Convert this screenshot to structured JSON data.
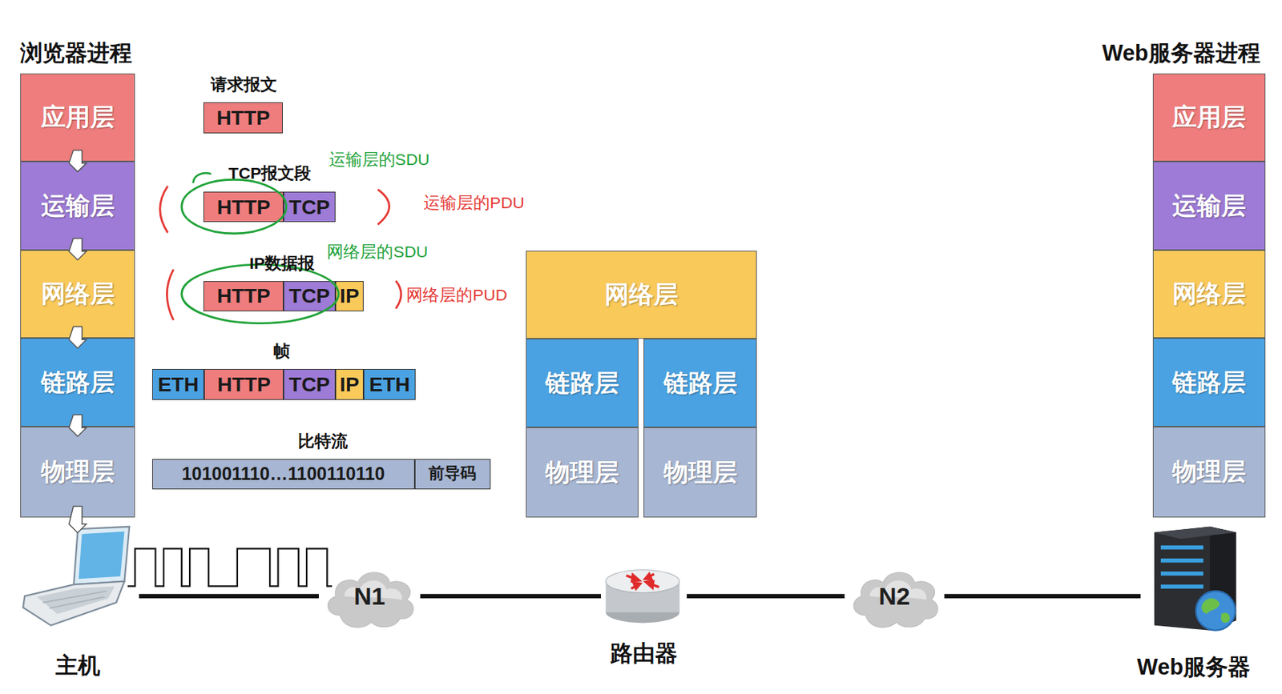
{
  "diagram": {
    "nodes": [
      {
        "text": [
          "应用层"
        ]
      },
      {
        "text": [
          "运输层"
        ]
      },
      {
        "text": [
          "网络层"
        ]
      },
      {
        "text": [
          "链路层"
        ]
      },
      {
        "text": [
          "物理层"
        ]
      },
      {
        "text": [
          "HTTP"
        ]
      },
      {
        "text": [
          "HTTP"
        ]
      },
      {
        "text": [
          "TCP"
        ]
      },
      {
        "text": [
          "HTTP"
        ]
      },
      {
        "text": [
          "TCP"
        ]
      },
      {
        "text": [
          "IP"
        ]
      },
      {
        "text": [
          "ETH"
        ]
      },
      {
        "text": [
          "HTTP"
        ]
      },
      {
        "text": [
          "TCP"
        ]
      },
      {
        "text": [
          "IP"
        ]
      },
      {
        "text": [
          "ETH"
        ]
      },
      {
        "text": [
          "101001110…1100110110"
        ]
      },
      {
        "text": [
          "前导码"
        ]
      },
      {
        "text": [
          "网络层"
        ]
      },
      {
        "text": [
          "链路层"
        ]
      },
      {
        "text": [
          "链路层"
        ]
      },
      {
        "text": [
          "物理层"
        ]
      },
      {
        "text": [
          "物理层"
        ]
      },
      {
        "text": [
          "应用层"
        ]
      },
      {
        "text": [
          "运输层"
        ]
      },
      {
        "text": [
          "网络层"
        ]
      },
      {
        "text": [
          "链路层"
        ]
      },
      {
        "text": [
          "物理层"
        ]
      },
      {
        "text": [
          "主机"
        ]
      },
      {
        "text": [
          "N1"
        ]
      },
      {
        "text": [
          "路由器"
        ]
      },
      {
        "text": [
          "N2"
        ]
      },
      {
        "text": [
          "Web服务器"
        ]
      }
    ],
    "edges": [
      {
        "from": 0,
        "to": 1,
        "arrow": "to"
      },
      {
        "from": 1,
        "to": 2,
        "arrow": "to"
      },
      {
        "from": 2,
        "to": 3,
        "arrow": "to"
      },
      {
        "from": 3,
        "to": 4,
        "arrow": "to"
      },
      {
        "from": 4,
        "to": 28,
        "arrow": "to"
      },
      {
        "from": 28,
        "to": 29,
        "arrow": "none"
      },
      {
        "from": 29,
        "to": 30,
        "arrow": "none"
      },
      {
        "from": 30,
        "to": 31,
        "arrow": "none"
      },
      {
        "from": 31,
        "to": 32,
        "arrow": "none"
      }
    ],
    "labels": [
      "浏览器进程",
      "Web服务器进程",
      "请求报文",
      "TCP报文段",
      "运输层的SDU",
      "运输层的PDU",
      "IP数据报",
      "网络层的SDU",
      "网络层的PUD",
      "帧",
      "比特流"
    ]
  }
}
